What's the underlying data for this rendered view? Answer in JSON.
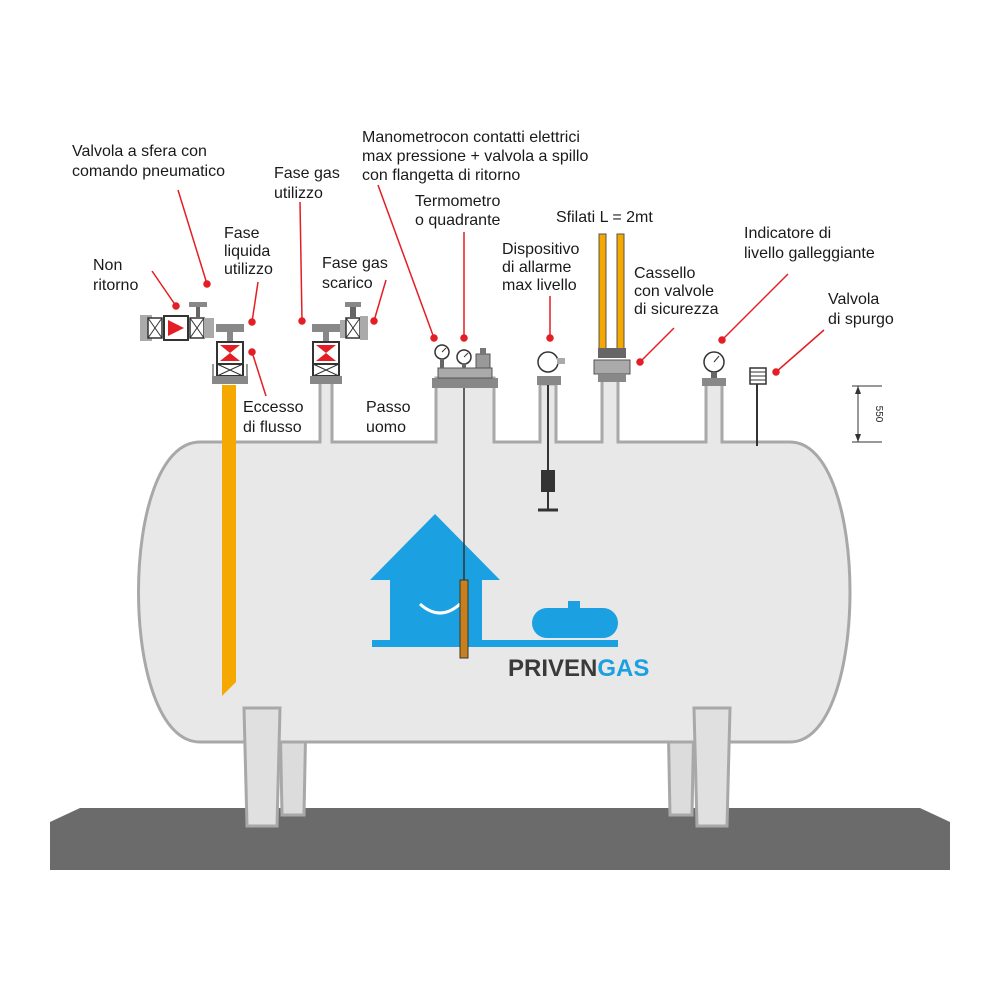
{
  "colors": {
    "tank_fill": "#e8e8e8",
    "tank_stroke": "#a8a8a8",
    "ground": "#6b6b6b",
    "leader": "#e31e24",
    "valve_red": "#e31e24",
    "dip_tube": "#f5a800",
    "brand_blue": "#1ba0e2",
    "brand_dark": "#3a3a3a",
    "rod": "#c8801c"
  },
  "labels": {
    "valvola_sfera": [
      "Valvola a sfera con",
      "comando pneumatico"
    ],
    "non_ritorno": [
      "Non",
      "ritorno"
    ],
    "fase_liquida": [
      "Fase",
      "liquida",
      "utilizzo"
    ],
    "fase_gas_utilizzo": [
      "Fase gas",
      "utilizzo"
    ],
    "fase_gas_scarico": [
      "Fase gas",
      "scarico"
    ],
    "eccesso_flusso": [
      "Eccesso",
      "di flusso"
    ],
    "passo_uomo": [
      "Passo",
      "uomo"
    ],
    "manometro": [
      "Manometrocon contatti elettrici",
      "max pressione + valvola a spillo",
      "con flangetta di ritorno"
    ],
    "termometro": [
      "Termometro",
      "o quadrante"
    ],
    "dispositivo_allarme": [
      "Dispositivo",
      "di allarme",
      "max livello"
    ],
    "sfilati": [
      "Sfilati L = 2mt"
    ],
    "cassello": [
      "Cassello",
      "con valvole",
      "di sicurezza"
    ],
    "indicatore_livello": [
      "Indicatore di",
      "livello galleggiante"
    ],
    "valvola_spurgo": [
      "Valvola",
      "di spurgo"
    ]
  },
  "dimension": {
    "value": "550"
  },
  "brand": {
    "part1": "PRIVEN",
    "part2": "GAS"
  }
}
